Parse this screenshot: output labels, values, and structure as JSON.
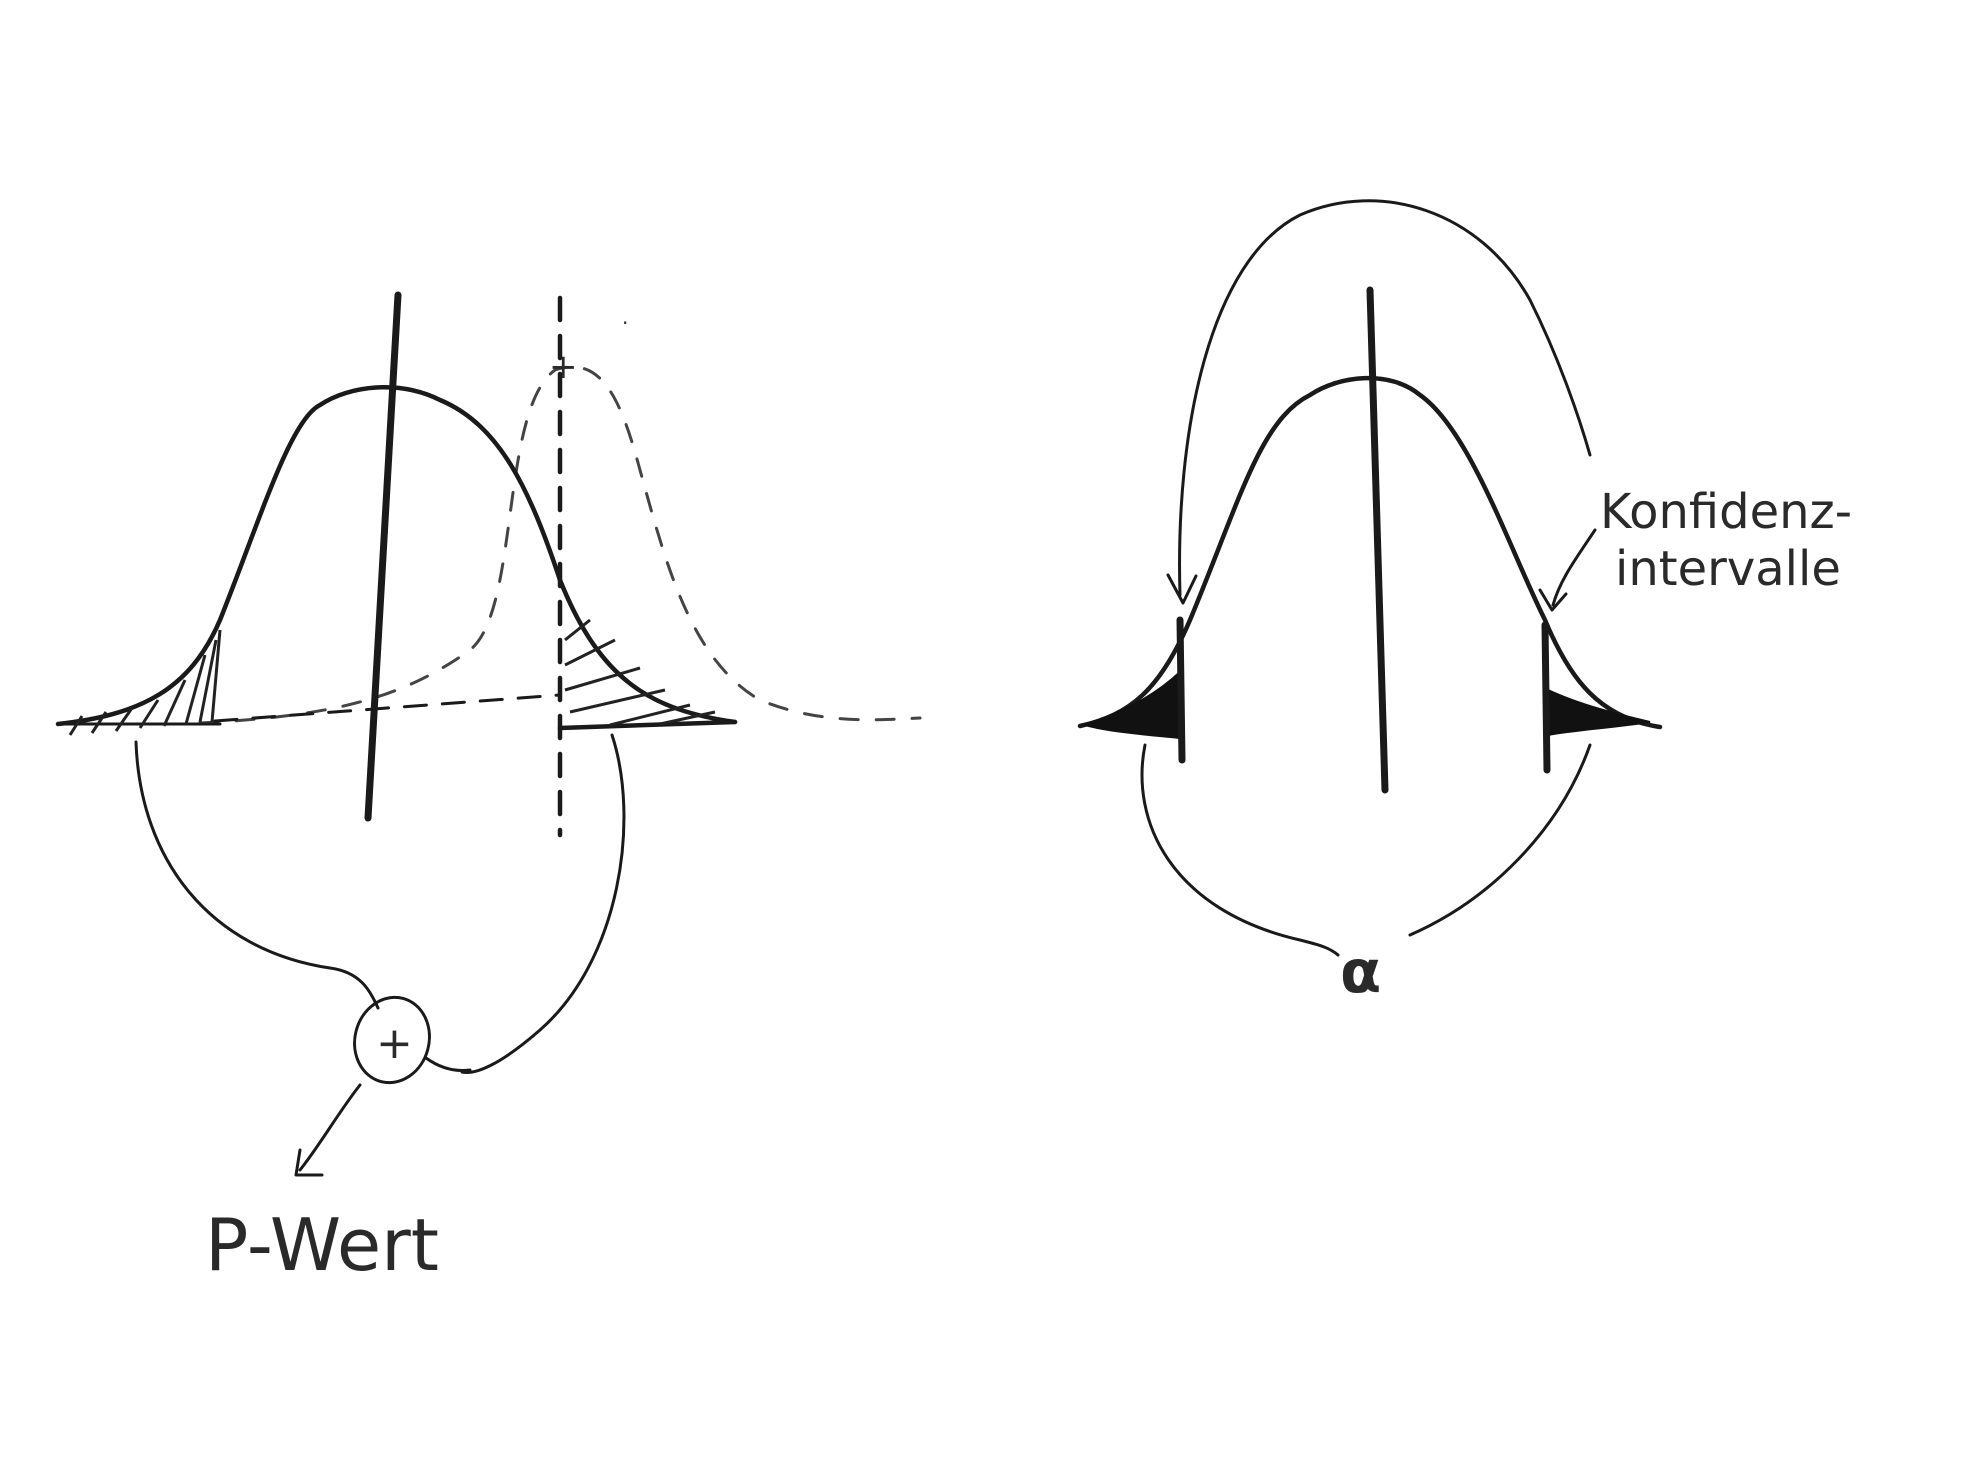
{
  "labels": {
    "p_value": "P-Wert",
    "confidence_intervals_line1": "Konfidenz-",
    "confidence_intervals_line2": "intervalle",
    "alpha": "α",
    "test_statistic_mark": "+",
    "alt_mean_mark": "+"
  },
  "colors": {
    "ink": "#1a1a1a",
    "paper": "#ffffff"
  }
}
